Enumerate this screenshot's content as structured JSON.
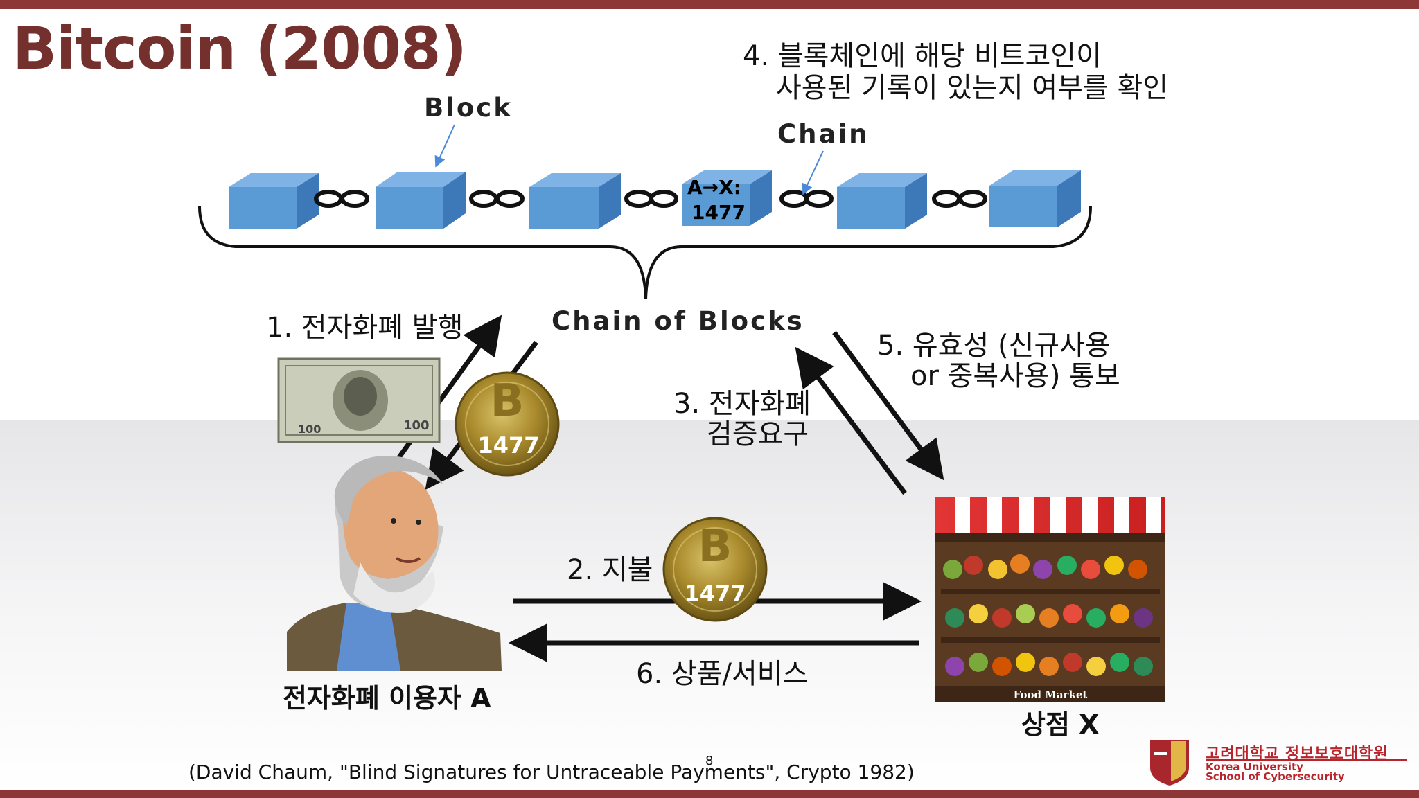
{
  "slide": {
    "title": "Bitcoin (2008)",
    "page_number": "8",
    "citation": "(David Chaum, \"Blind Signatures for Untraceable Payments\", Crypto 1982)"
  },
  "diagram": {
    "block_label": "Block",
    "chain_label": "Chain",
    "chain_of_blocks_label": "Chain of Blocks",
    "tx_block_line1": "A→X:",
    "tx_block_line2": "1477",
    "coin_value": "1477",
    "step1": "1. 전자화폐 발행",
    "step2": "2. 지불",
    "step3_line1": "3. 전자화폐",
    "step3_line2": "검증요구",
    "step4_line1": "4. 블록체인에 해당 비트코인이",
    "step4_line2": "사용된 기록이 있는지 여부를 확인",
    "step5_line1": "5. 유효성 (신규사용",
    "step5_line2": "or 중복사용) 통보",
    "step6": "6. 상품/서비스",
    "user_label": "전자화폐 이용자 A",
    "merchant_label": "상점 X",
    "market_sign": "Food Market"
  },
  "logo": {
    "korean": "고려대학교 정보보호대학원",
    "english_line1": "Korea University",
    "english_line2": "School of Cybersecurity"
  },
  "colors": {
    "accent_bar": "#8e3737",
    "title": "#73302d",
    "block_fill": "#5b9bd5",
    "coin_gold": "#b89a3a",
    "logo_red": "#b8242c"
  }
}
